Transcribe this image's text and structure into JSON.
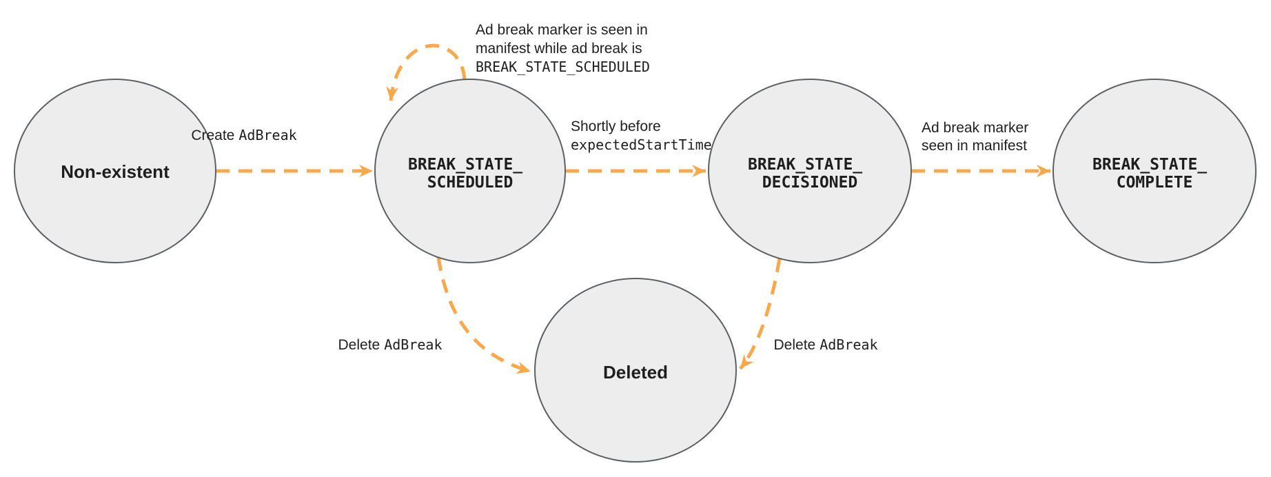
{
  "diagram": {
    "colors": {
      "accent": "#F9A84C",
      "node-fill": "#EDEDED",
      "node-stroke": "#5C5F63",
      "text": "#1E1E1E",
      "background": "#FFFFFF"
    },
    "states": [
      {
        "name": "non-existent",
        "lines": [
          "Non-existent"
        ]
      },
      {
        "name": "break-state-scheduled",
        "lines": [
          "BREAK_STATE_",
          "SCHEDULED"
        ]
      },
      {
        "name": "break-state-decisioned",
        "lines": [
          "BREAK_STATE_",
          "DECISIONED"
        ]
      },
      {
        "name": "break-state-complete",
        "lines": [
          "BREAK_STATE_",
          "COMPLETE"
        ]
      },
      {
        "name": "deleted",
        "lines": [
          "Deleted"
        ]
      }
    ],
    "transitions": {
      "create": {
        "sans": "Create",
        "mono": "AdBreak"
      },
      "self_loop": {
        "lines": [
          "Ad break marker is seen in",
          "manifest while ad break is"
        ],
        "mono_line": "BREAK_STATE_SCHEDULED"
      },
      "decision": {
        "sans": "Shortly before",
        "mono": "expectedStartTime"
      },
      "complete": {
        "lines": [
          "Ad break marker",
          "seen in manifest"
        ]
      },
      "delete_left": {
        "sans": "Delete",
        "mono": "AdBreak"
      },
      "delete_right": {
        "sans": "Delete",
        "mono": "AdBreak"
      }
    }
  }
}
